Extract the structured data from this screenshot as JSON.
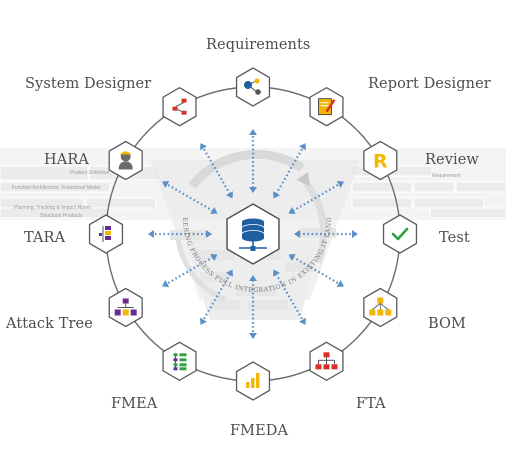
{
  "hub": {
    "icon": "database-icon",
    "arc_text": "ENGINEERING PROCESS FULL INTEGRATION IN EXISTING IT LANDSCAPE"
  },
  "modules": [
    {
      "key": "requirements",
      "label": "Requirements",
      "icon": "network-nodes-icon",
      "color": "#1f5fa0"
    },
    {
      "key": "report-designer",
      "label": "Report Designer",
      "icon": "document-pen-icon",
      "color": "#f2b705"
    },
    {
      "key": "review",
      "label": "Review",
      "icon": "letter-r-icon",
      "color": "#f2b705"
    },
    {
      "key": "test",
      "label": "Test",
      "icon": "checkmark-icon",
      "color": "#2ea043"
    },
    {
      "key": "bom",
      "label": "BOM",
      "icon": "hierarchy-icon",
      "color": "#f2b705"
    },
    {
      "key": "fta",
      "label": "FTA",
      "icon": "fault-tree-icon",
      "color": "#d93025"
    },
    {
      "key": "fmeda",
      "label": "FMEDA",
      "icon": "bar-chart-icon",
      "color": "#f2b705"
    },
    {
      "key": "fmea",
      "label": "FMEA",
      "icon": "tree-list-icon",
      "color": "#2ea043"
    },
    {
      "key": "attack-tree",
      "label": "Attack Tree",
      "icon": "org-chart-icon",
      "color": "#6a2c8e"
    },
    {
      "key": "tara",
      "label": "TARA",
      "icon": "shield-list-icon",
      "color": "#6a2c8e"
    },
    {
      "key": "hara",
      "label": "HARA",
      "icon": "worker-icon",
      "color": "#6b6b6b"
    },
    {
      "key": "system-designer",
      "label": "System Designer",
      "icon": "workflow-icon",
      "color": "#d93025"
    }
  ],
  "background_chart": {
    "left": [
      "Product Definition",
      "Function Architecture",
      "Functional Model",
      "Planning, Tracking & Impact Notes",
      "Structural Products"
    ],
    "right": [
      "Requirement"
    ]
  },
  "colors": {
    "accent_blue": "#5b8fc7",
    "hub_blue": "#1f5fa0",
    "ring": "#6d6d6d",
    "label_text": "#4d4d4d"
  }
}
